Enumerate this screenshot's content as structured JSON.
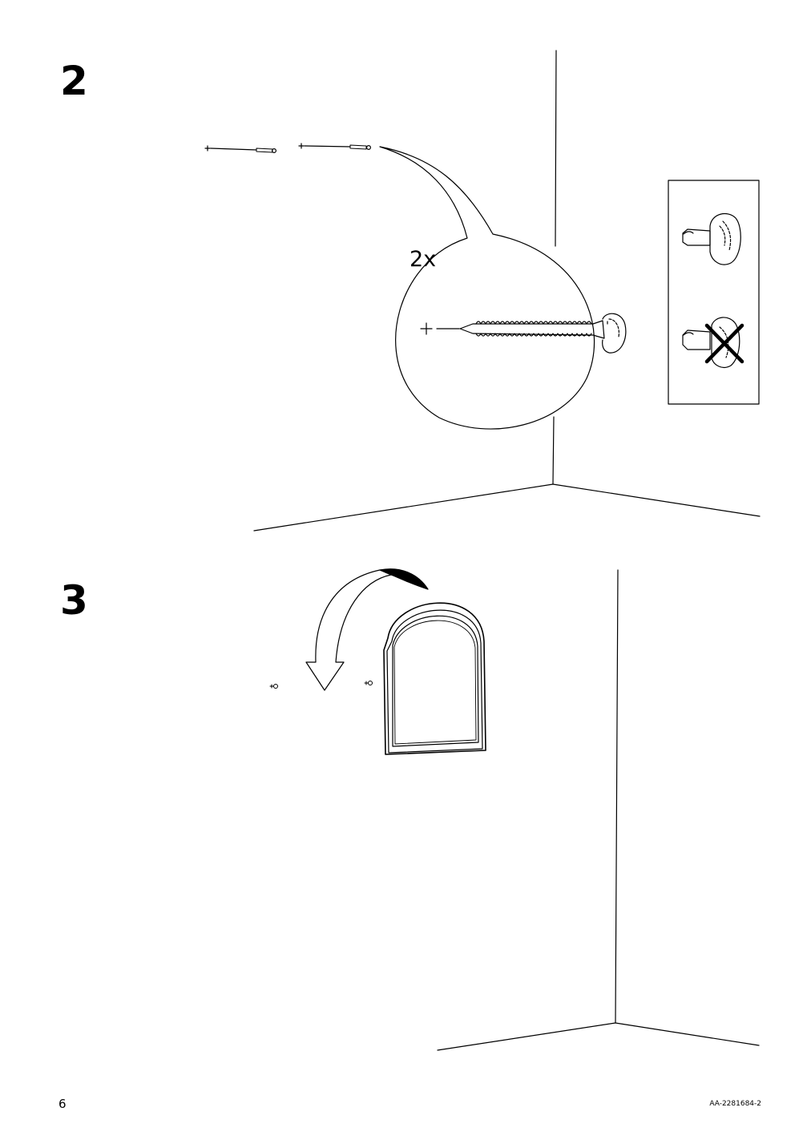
{
  "steps": [
    {
      "number": "2",
      "quantity_label": "2x"
    },
    {
      "number": "3"
    }
  ],
  "footer": {
    "page_number": "6",
    "document_code": "AA-2281684-2"
  }
}
